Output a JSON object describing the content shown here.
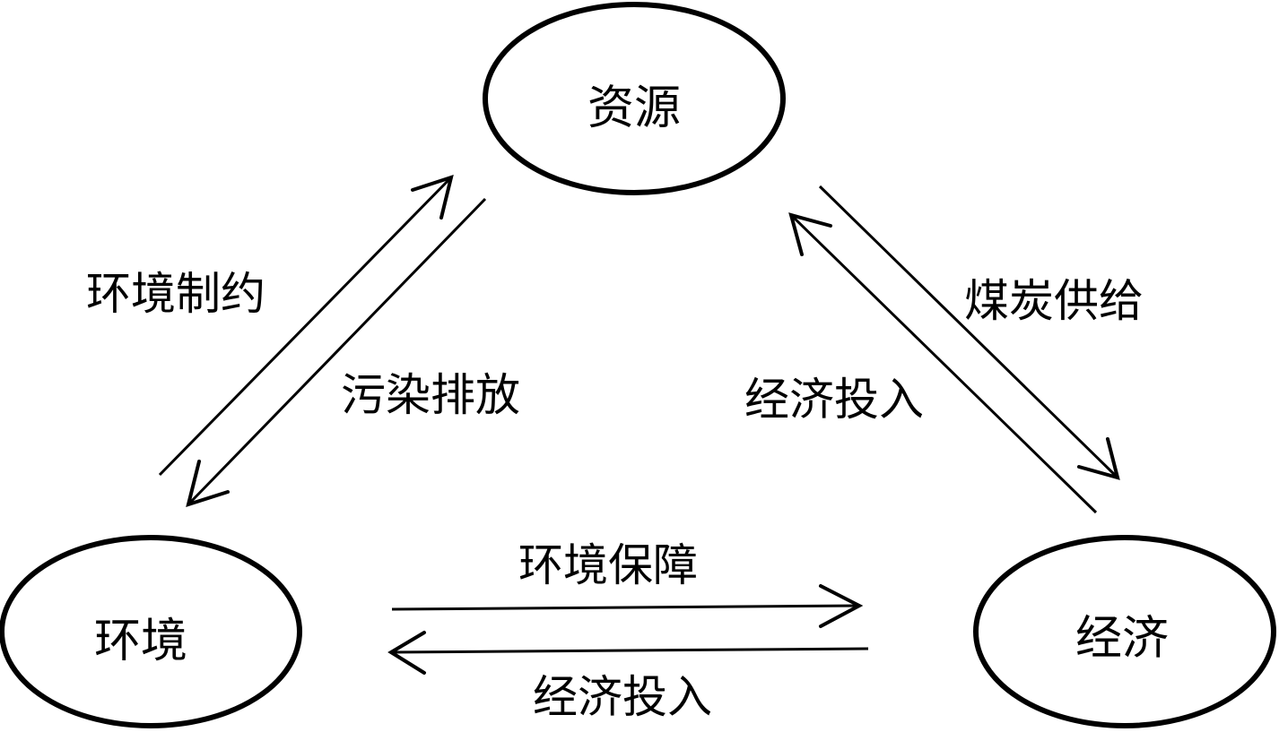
{
  "diagram": {
    "type": "cycle",
    "colors": {
      "stroke": "#000000",
      "background": "#ffffff",
      "text": "#000000"
    },
    "nodes": [
      {
        "id": "resources",
        "label": "资源"
      },
      {
        "id": "environment",
        "label": "环境"
      },
      {
        "id": "economy",
        "label": "经济"
      }
    ],
    "edges": [
      {
        "from": "environment",
        "to": "resources",
        "label": "环境制约"
      },
      {
        "from": "resources",
        "to": "environment",
        "label": "污染排放"
      },
      {
        "from": "resources",
        "to": "economy",
        "label": "煤炭供给"
      },
      {
        "from": "economy",
        "to": "resources",
        "label": "经济投入"
      },
      {
        "from": "environment",
        "to": "economy",
        "label": "环境保障"
      },
      {
        "from": "economy",
        "to": "environment",
        "label": "经济投入"
      }
    ]
  }
}
